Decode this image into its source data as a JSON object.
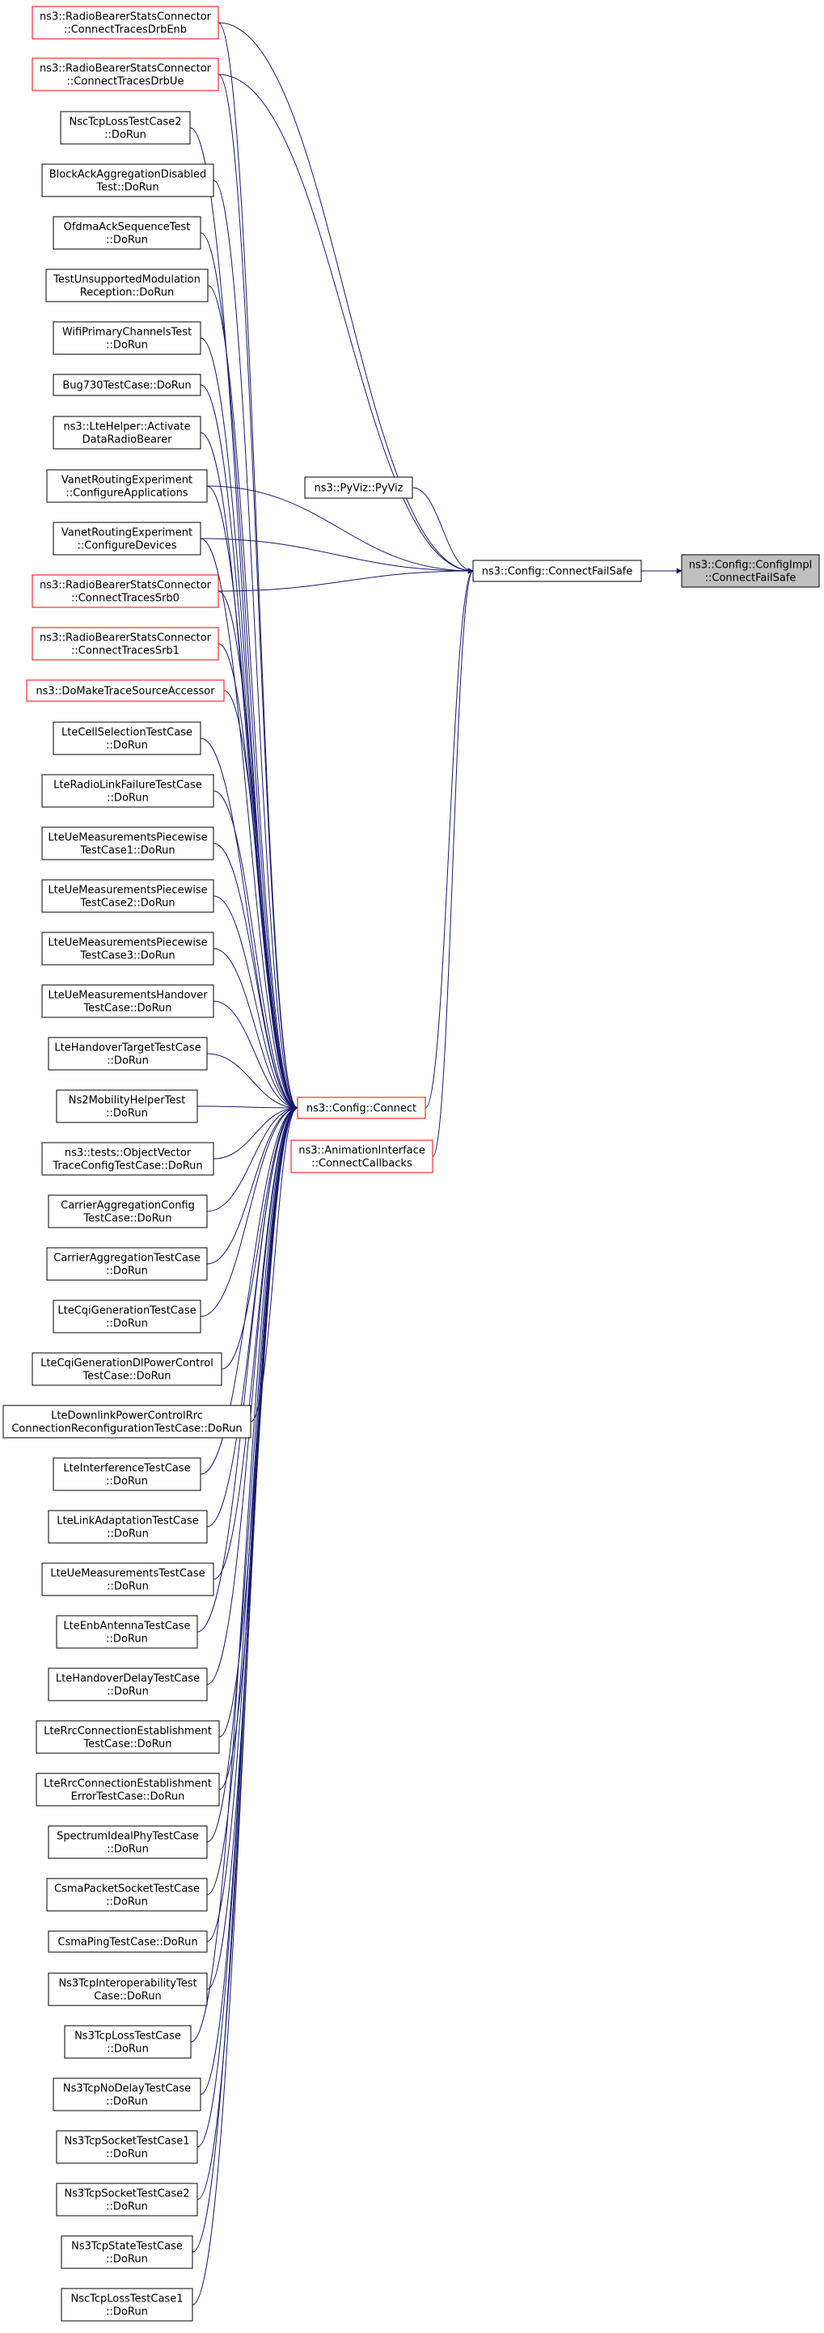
{
  "colors": {
    "edge": "#191970",
    "node_border": "#000000",
    "node_border_red": "#ff0000",
    "node_fill": "#ffffff",
    "target_fill": "#bfbfbf"
  },
  "nodes": {
    "target": {
      "lines": [
        "ns3::Config::ConfigImpl",
        "::ConnectFailSafe"
      ],
      "style": "target"
    },
    "connect_fail_safe": {
      "lines": [
        "ns3::Config::ConnectFailSafe"
      ],
      "style": "black"
    },
    "pyviz": {
      "lines": [
        "ns3::PyViz::PyViz"
      ],
      "style": "black"
    },
    "config_connect": {
      "lines": [
        "ns3::Config::Connect"
      ],
      "style": "red"
    },
    "animation_interface": {
      "lines": [
        "ns3::AnimationInterface",
        "::ConnectCallbacks"
      ],
      "style": "red"
    },
    "rbsc_drb_enb": {
      "lines": [
        "ns3::RadioBearerStatsConnector",
        "::ConnectTracesDrbEnb"
      ],
      "style": "red"
    },
    "rbsc_drb_ue": {
      "lines": [
        "ns3::RadioBearerStatsConnector",
        "::ConnectTracesDrbUe"
      ],
      "style": "red"
    },
    "nsc_tcp_loss_2": {
      "lines": [
        "NscTcpLossTestCase2",
        "::DoRun"
      ],
      "style": "black"
    },
    "block_ack": {
      "lines": [
        "BlockAckAggregationDisabled",
        "Test::DoRun"
      ],
      "style": "black"
    },
    "ofdma_ack": {
      "lines": [
        "OfdmaAckSequenceTest",
        "::DoRun"
      ],
      "style": "black"
    },
    "test_unsupported_mod": {
      "lines": [
        "TestUnsupportedModulation",
        "Reception::DoRun"
      ],
      "style": "black"
    },
    "wifi_primary": {
      "lines": [
        "WifiPrimaryChannelsTest",
        "::DoRun"
      ],
      "style": "black"
    },
    "bug730": {
      "lines": [
        "Bug730TestCase::DoRun"
      ],
      "style": "black"
    },
    "lte_helper": {
      "lines": [
        "ns3::LteHelper::Activate",
        "DataRadioBearer"
      ],
      "style": "black"
    },
    "vanet_apps": {
      "lines": [
        "VanetRoutingExperiment",
        "::ConfigureApplications"
      ],
      "style": "black"
    },
    "vanet_devices": {
      "lines": [
        "VanetRoutingExperiment",
        "::ConfigureDevices"
      ],
      "style": "black"
    },
    "rbsc_srb0": {
      "lines": [
        "ns3::RadioBearerStatsConnector",
        "::ConnectTracesSrb0"
      ],
      "style": "red"
    },
    "rbsc_srb1": {
      "lines": [
        "ns3::RadioBearerStatsConnector",
        "::ConnectTracesSrb1"
      ],
      "style": "red"
    },
    "do_make_trace": {
      "lines": [
        "ns3::DoMakeTraceSourceAccessor"
      ],
      "style": "red"
    },
    "lte_cell_selection": {
      "lines": [
        "LteCellSelectionTestCase",
        "::DoRun"
      ],
      "style": "black"
    },
    "lte_rlf": {
      "lines": [
        "LteRadioLinkFailureTestCase",
        "::DoRun"
      ],
      "style": "black"
    },
    "lte_ue_meas_pw1": {
      "lines": [
        "LteUeMeasurementsPiecewise",
        "TestCase1::DoRun"
      ],
      "style": "black"
    },
    "lte_ue_meas_pw2": {
      "lines": [
        "LteUeMeasurementsPiecewise",
        "TestCase2::DoRun"
      ],
      "style": "black"
    },
    "lte_ue_meas_pw3": {
      "lines": [
        "LteUeMeasurementsPiecewise",
        "TestCase3::DoRun"
      ],
      "style": "black"
    },
    "lte_ue_meas_ho": {
      "lines": [
        "LteUeMeasurementsHandover",
        "TestCase::DoRun"
      ],
      "style": "black"
    },
    "lte_ho_target": {
      "lines": [
        "LteHandoverTargetTestCase",
        "::DoRun"
      ],
      "style": "black"
    },
    "ns2_mobility": {
      "lines": [
        "Ns2MobilityHelperTest",
        "::DoRun"
      ],
      "style": "black"
    },
    "object_vector": {
      "lines": [
        "ns3::tests::ObjectVector",
        "TraceConfigTestCase::DoRun"
      ],
      "style": "black"
    },
    "ca_config": {
      "lines": [
        "CarrierAggregationConfig",
        "TestCase::DoRun"
      ],
      "style": "black"
    },
    "ca_test": {
      "lines": [
        "CarrierAggregationTestCase",
        "::DoRun"
      ],
      "style": "black"
    },
    "lte_cqi": {
      "lines": [
        "LteCqiGenerationTestCase",
        "::DoRun"
      ],
      "style": "black"
    },
    "lte_cqi_dl": {
      "lines": [
        "LteCqiGenerationDlPowerControl",
        "TestCase::DoRun"
      ],
      "style": "black"
    },
    "lte_dl_pc_rrc": {
      "lines": [
        "LteDownlinkPowerControlRrc",
        "ConnectionReconfigurationTestCase::DoRun"
      ],
      "style": "black"
    },
    "lte_interference": {
      "lines": [
        "LteInterferenceTestCase",
        "::DoRun"
      ],
      "style": "black"
    },
    "lte_link_adapt": {
      "lines": [
        "LteLinkAdaptationTestCase",
        "::DoRun"
      ],
      "style": "black"
    },
    "lte_ue_meas": {
      "lines": [
        "LteUeMeasurementsTestCase",
        "::DoRun"
      ],
      "style": "black"
    },
    "lte_enb_antenna": {
      "lines": [
        "LteEnbAntennaTestCase",
        "::DoRun"
      ],
      "style": "black"
    },
    "lte_ho_delay": {
      "lines": [
        "LteHandoverDelayTestCase",
        "::DoRun"
      ],
      "style": "black"
    },
    "lte_rrc_est": {
      "lines": [
        "LteRrcConnectionEstablishment",
        "TestCase::DoRun"
      ],
      "style": "black"
    },
    "lte_rrc_est_err": {
      "lines": [
        "LteRrcConnectionEstablishment",
        "ErrorTestCase::DoRun"
      ],
      "style": "black"
    },
    "spectrum_ideal": {
      "lines": [
        "SpectrumIdealPhyTestCase",
        "::DoRun"
      ],
      "style": "black"
    },
    "csma_packet_socket": {
      "lines": [
        "CsmaPacketSocketTestCase",
        "::DoRun"
      ],
      "style": "black"
    },
    "csma_ping": {
      "lines": [
        "CsmaPingTestCase::DoRun"
      ],
      "style": "black"
    },
    "ns3tcp_interop": {
      "lines": [
        "Ns3TcpInteroperabilityTest",
        "Case::DoRun"
      ],
      "style": "black"
    },
    "ns3tcp_loss": {
      "lines": [
        "Ns3TcpLossTestCase",
        "::DoRun"
      ],
      "style": "black"
    },
    "ns3tcp_nodelay": {
      "lines": [
        "Ns3TcpNoDelayTestCase",
        "::DoRun"
      ],
      "style": "black"
    },
    "ns3tcp_socket1": {
      "lines": [
        "Ns3TcpSocketTestCase1",
        "::DoRun"
      ],
      "style": "black"
    },
    "ns3tcp_socket2": {
      "lines": [
        "Ns3TcpSocketTestCase2",
        "::DoRun"
      ],
      "style": "black"
    },
    "ns3tcp_state": {
      "lines": [
        "Ns3TcpStateTestCase",
        "::DoRun"
      ],
      "style": "black"
    },
    "nsc_tcp_loss_1": {
      "lines": [
        "NscTcpLossTestCase1",
        "::DoRun"
      ],
      "style": "black"
    }
  },
  "edges": [
    [
      "connect_fail_safe",
      "target"
    ],
    [
      "pyviz",
      "connect_fail_safe"
    ],
    [
      "config_connect",
      "connect_fail_safe"
    ],
    [
      "animation_interface",
      "connect_fail_safe"
    ],
    [
      "rbsc_drb_enb",
      "connect_fail_safe"
    ],
    [
      "rbsc_drb_ue",
      "connect_fail_safe"
    ],
    [
      "vanet_apps",
      "connect_fail_safe"
    ],
    [
      "vanet_devices",
      "connect_fail_safe"
    ],
    [
      "rbsc_srb0",
      "connect_fail_safe"
    ],
    [
      "rbsc_drb_enb",
      "config_connect"
    ],
    [
      "rbsc_drb_ue",
      "config_connect"
    ],
    [
      "nsc_tcp_loss_2",
      "config_connect"
    ],
    [
      "block_ack",
      "config_connect"
    ],
    [
      "ofdma_ack",
      "config_connect"
    ],
    [
      "test_unsupported_mod",
      "config_connect"
    ],
    [
      "wifi_primary",
      "config_connect"
    ],
    [
      "bug730",
      "config_connect"
    ],
    [
      "lte_helper",
      "config_connect"
    ],
    [
      "vanet_apps",
      "config_connect"
    ],
    [
      "vanet_devices",
      "config_connect"
    ],
    [
      "rbsc_srb0",
      "config_connect"
    ],
    [
      "rbsc_srb1",
      "config_connect"
    ],
    [
      "do_make_trace",
      "config_connect"
    ],
    [
      "lte_cell_selection",
      "config_connect"
    ],
    [
      "lte_rlf",
      "config_connect"
    ],
    [
      "lte_ue_meas_pw1",
      "config_connect"
    ],
    [
      "lte_ue_meas_pw2",
      "config_connect"
    ],
    [
      "lte_ue_meas_pw3",
      "config_connect"
    ],
    [
      "lte_ue_meas_ho",
      "config_connect"
    ],
    [
      "lte_ho_target",
      "config_connect"
    ],
    [
      "ns2_mobility",
      "config_connect"
    ],
    [
      "object_vector",
      "config_connect"
    ],
    [
      "ca_config",
      "config_connect"
    ],
    [
      "ca_test",
      "config_connect"
    ],
    [
      "lte_cqi",
      "config_connect"
    ],
    [
      "lte_cqi_dl",
      "config_connect"
    ],
    [
      "lte_dl_pc_rrc",
      "config_connect"
    ],
    [
      "lte_interference",
      "config_connect"
    ],
    [
      "lte_link_adapt",
      "config_connect"
    ],
    [
      "lte_ue_meas",
      "config_connect"
    ],
    [
      "lte_enb_antenna",
      "config_connect"
    ],
    [
      "lte_ho_delay",
      "config_connect"
    ],
    [
      "lte_rrc_est",
      "config_connect"
    ],
    [
      "lte_rrc_est_err",
      "config_connect"
    ],
    [
      "spectrum_ideal",
      "config_connect"
    ],
    [
      "csma_packet_socket",
      "config_connect"
    ],
    [
      "csma_ping",
      "config_connect"
    ],
    [
      "ns3tcp_interop",
      "config_connect"
    ],
    [
      "ns3tcp_loss",
      "config_connect"
    ],
    [
      "ns3tcp_nodelay",
      "config_connect"
    ],
    [
      "ns3tcp_socket1",
      "config_connect"
    ],
    [
      "ns3tcp_socket2",
      "config_connect"
    ],
    [
      "ns3tcp_state",
      "config_connect"
    ],
    [
      "nsc_tcp_loss_1",
      "config_connect"
    ]
  ]
}
